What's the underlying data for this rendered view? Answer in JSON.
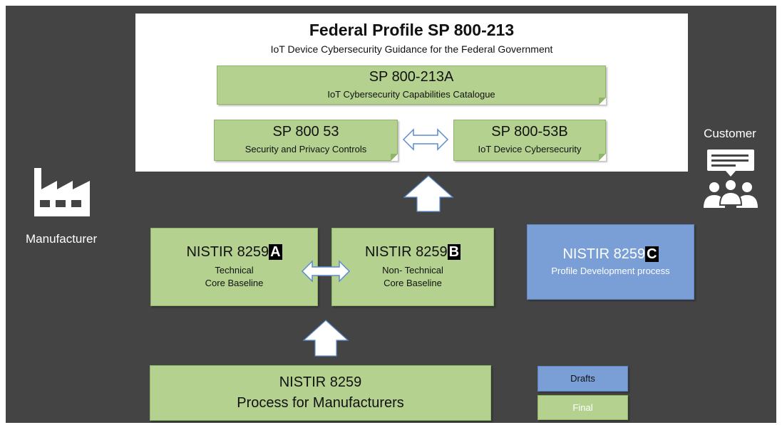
{
  "federal_profile": {
    "title": "Federal Profile SP 800-213",
    "subtitle": "IoT Device Cybersecurity Guidance for the Federal Government"
  },
  "sp_800_213a": {
    "title": "SP 800-213A",
    "subtitle": "IoT Cybersecurity Capabilities Catalogue"
  },
  "sp_800_53": {
    "title": "SP 800 53",
    "subtitle": "Security and Privacy Controls"
  },
  "sp_800_53b": {
    "title": "SP 800-53B",
    "subtitle": "IoT Device Cybersecurity"
  },
  "nistir_8259a": {
    "title_prefix": "NISTIR 8259",
    "letter": "A",
    "line1": "Technical",
    "line2": "Core Baseline"
  },
  "nistir_8259b": {
    "title_prefix": "NISTIR 8259",
    "letter": "B",
    "line1": "Non- Technical",
    "line2": "Core Baseline"
  },
  "nistir_8259c": {
    "title_prefix": "NISTIR 8259",
    "letter": "C",
    "subtitle": "Profile Development process"
  },
  "nistir_8259": {
    "title": "NISTIR 8259",
    "subtitle": "Process for Manufacturers"
  },
  "manufacturer_label": "Manufacturer",
  "customer_label": "Customer",
  "legend": {
    "drafts": "Drafts",
    "final": "Final"
  },
  "colors": {
    "background": "#444444",
    "final_green": "#b4d18f",
    "draft_blue": "#7a9fd6"
  },
  "icons": [
    "factory-icon",
    "customer-group-icon",
    "up-arrow-icon",
    "double-arrow-icon"
  ]
}
